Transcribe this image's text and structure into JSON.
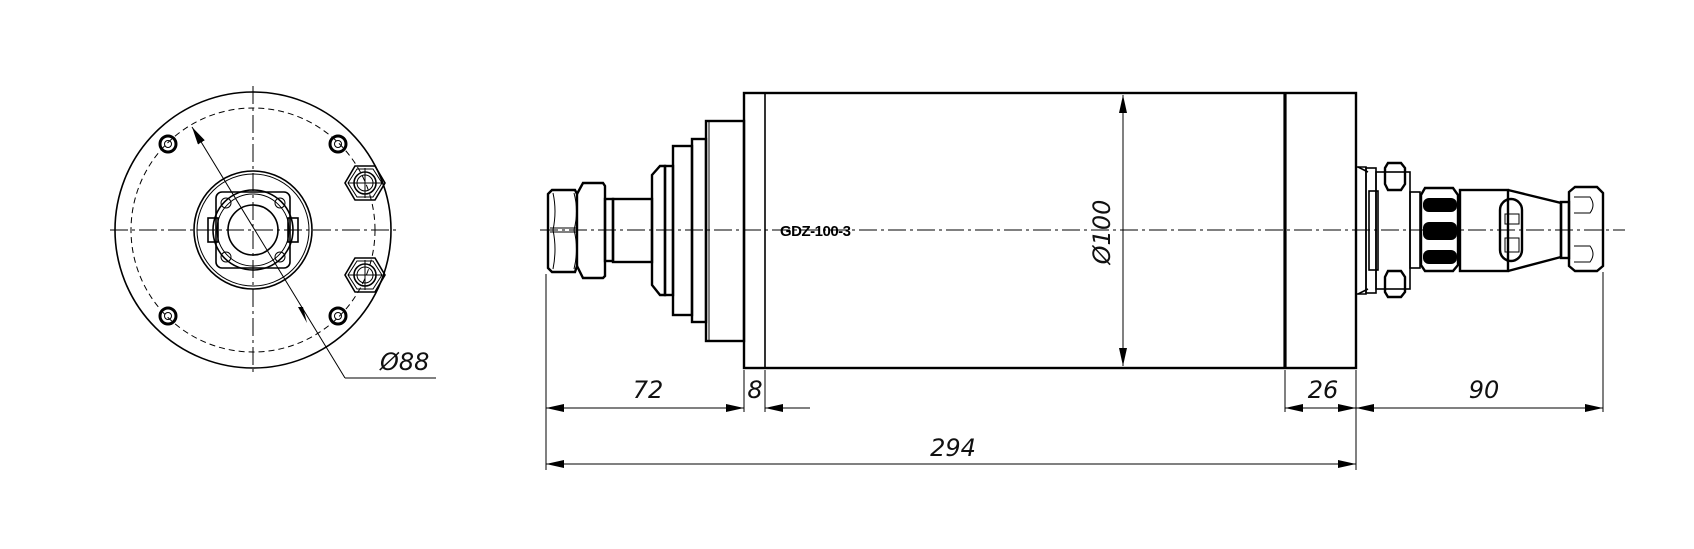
{
  "drawing": {
    "model_label": "GDZ-100-3",
    "end_view": {
      "diameter_label": "Ø88"
    },
    "side_view": {
      "diameter_label": "Ø100"
    },
    "dimensions": {
      "nose_length": "72",
      "flange_width": "8",
      "overall_length": "294",
      "rear_cap": "26",
      "connector_length": "90"
    },
    "colors": {
      "line": "#000000",
      "background": "#ffffff"
    }
  }
}
